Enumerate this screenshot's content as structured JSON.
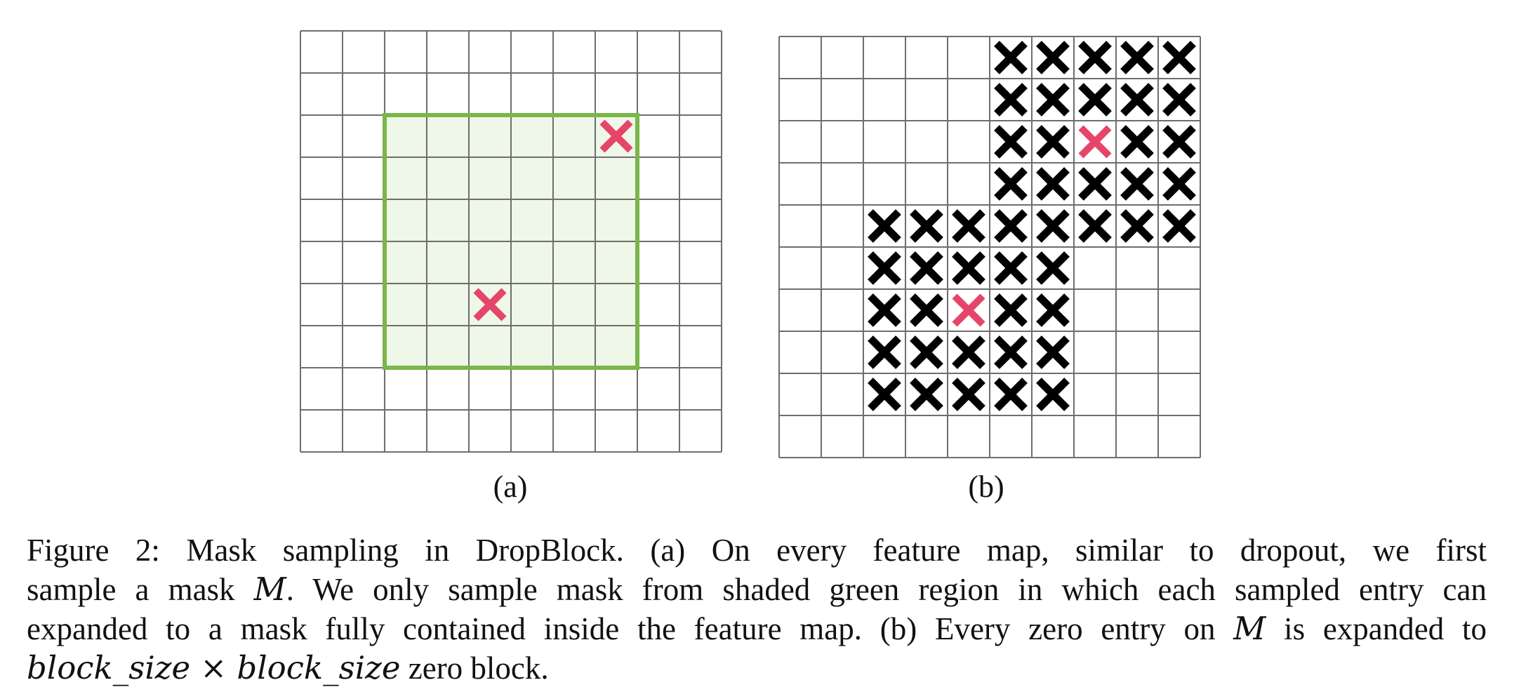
{
  "figure": {
    "panels": [
      {
        "id": "a",
        "label": "(a)",
        "grid": [
          10,
          10
        ],
        "shaded_region": {
          "rows": [
            2,
            7
          ],
          "cols": [
            2,
            7
          ],
          "fill": "#eef7e8",
          "border": "#7ab648"
        },
        "sampled_entries": [
          [
            2,
            7
          ],
          [
            6,
            4
          ]
        ]
      },
      {
        "id": "b",
        "label": "(b)",
        "grid": [
          10,
          10
        ],
        "sampled_entries": [
          [
            2,
            7
          ],
          [
            6,
            4
          ]
        ],
        "zero_blocks": [
          {
            "rows": [
              0,
              4
            ],
            "cols": [
              5,
              9
            ]
          },
          {
            "rows": [
              4,
              8
            ],
            "cols": [
              2,
              6
            ]
          }
        ]
      }
    ],
    "colors": {
      "grid_line": "#6e6e6e",
      "sampled_cross": "#e6456a",
      "zero_cross": "#000000"
    }
  },
  "caption": {
    "line1": "Figure 2: Mask sampling in DropBlock.  (a) On every feature map, similar to dropout, we first",
    "line2_pre": "sample a mask ",
    "line2_math": "M",
    "line2_post": ". We only sample mask from shaded green region in which each sampled entry can",
    "line3": "expanded to a mask fully contained inside the feature map. (b) Every zero entry on ",
    "line3_math": "M",
    "line3_post": " is expanded to",
    "line4_math": "block_size × block_size",
    "line4_post": " zero block."
  }
}
